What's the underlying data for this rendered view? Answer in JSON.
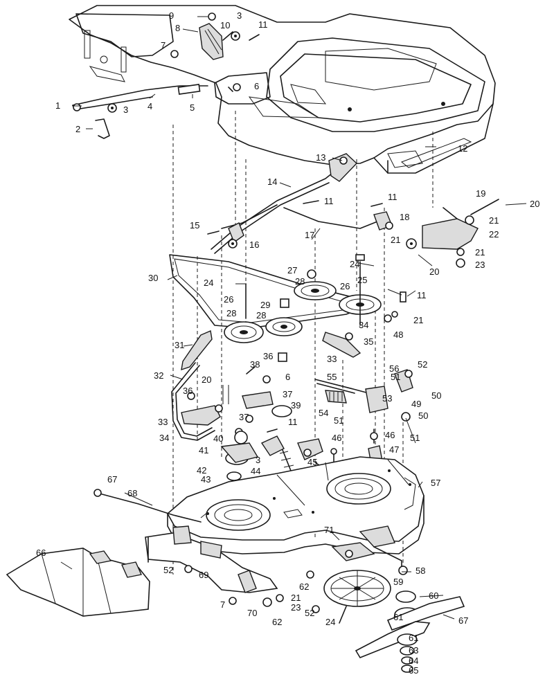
{
  "labels": [
    {
      "text": "9"
    },
    {
      "text": "3"
    },
    {
      "text": "8"
    },
    {
      "text": "10"
    },
    {
      "text": "11"
    },
    {
      "text": "7"
    },
    {
      "text": "6"
    },
    {
      "text": "1"
    },
    {
      "text": "3"
    },
    {
      "text": "4"
    },
    {
      "text": "5"
    },
    {
      "text": "2"
    },
    {
      "text": "12"
    },
    {
      "text": "13"
    },
    {
      "text": "14"
    },
    {
      "text": "11"
    },
    {
      "text": "11"
    },
    {
      "text": "19"
    },
    {
      "text": "18"
    },
    {
      "text": "20"
    },
    {
      "text": "15"
    },
    {
      "text": "16"
    },
    {
      "text": "17"
    },
    {
      "text": "21"
    },
    {
      "text": "22"
    },
    {
      "text": "21"
    },
    {
      "text": "21"
    },
    {
      "text": "23"
    },
    {
      "text": "20"
    },
    {
      "text": "30"
    },
    {
      "text": "27"
    },
    {
      "text": "24"
    },
    {
      "text": "28"
    },
    {
      "text": "25"
    },
    {
      "text": "26"
    },
    {
      "text": "24"
    },
    {
      "text": "26"
    },
    {
      "text": "11"
    },
    {
      "text": "29"
    },
    {
      "text": "28"
    },
    {
      "text": "28"
    },
    {
      "text": "21"
    },
    {
      "text": "34"
    },
    {
      "text": "35"
    },
    {
      "text": "48"
    },
    {
      "text": "31"
    },
    {
      "text": "33"
    },
    {
      "text": "36"
    },
    {
      "text": "38"
    },
    {
      "text": "56"
    },
    {
      "text": "52"
    },
    {
      "text": "32"
    },
    {
      "text": "20"
    },
    {
      "text": "6"
    },
    {
      "text": "55"
    },
    {
      "text": "51"
    },
    {
      "text": "53"
    },
    {
      "text": "50"
    },
    {
      "text": "49"
    },
    {
      "text": "36"
    },
    {
      "text": "37"
    },
    {
      "text": "39"
    },
    {
      "text": "54"
    },
    {
      "text": "51"
    },
    {
      "text": "50"
    },
    {
      "text": "51"
    },
    {
      "text": "33"
    },
    {
      "text": "37"
    },
    {
      "text": "34"
    },
    {
      "text": "11"
    },
    {
      "text": "40"
    },
    {
      "text": "46"
    },
    {
      "text": "46"
    },
    {
      "text": "41"
    },
    {
      "text": "3"
    },
    {
      "text": "47"
    },
    {
      "text": "42"
    },
    {
      "text": "44"
    },
    {
      "text": "45"
    },
    {
      "text": "43"
    },
    {
      "text": "57"
    },
    {
      "text": "67"
    },
    {
      "text": "68"
    },
    {
      "text": "71"
    },
    {
      "text": "66"
    },
    {
      "text": "52"
    },
    {
      "text": "69"
    },
    {
      "text": "62"
    },
    {
      "text": "58"
    },
    {
      "text": "59"
    },
    {
      "text": "60"
    },
    {
      "text": "21"
    },
    {
      "text": "7"
    },
    {
      "text": "23"
    },
    {
      "text": "70"
    },
    {
      "text": "62"
    },
    {
      "text": "52"
    },
    {
      "text": "61"
    },
    {
      "text": "67"
    },
    {
      "text": "24"
    },
    {
      "text": "61"
    },
    {
      "text": "63"
    },
    {
      "text": "64"
    },
    {
      "text": "65"
    }
  ]
}
